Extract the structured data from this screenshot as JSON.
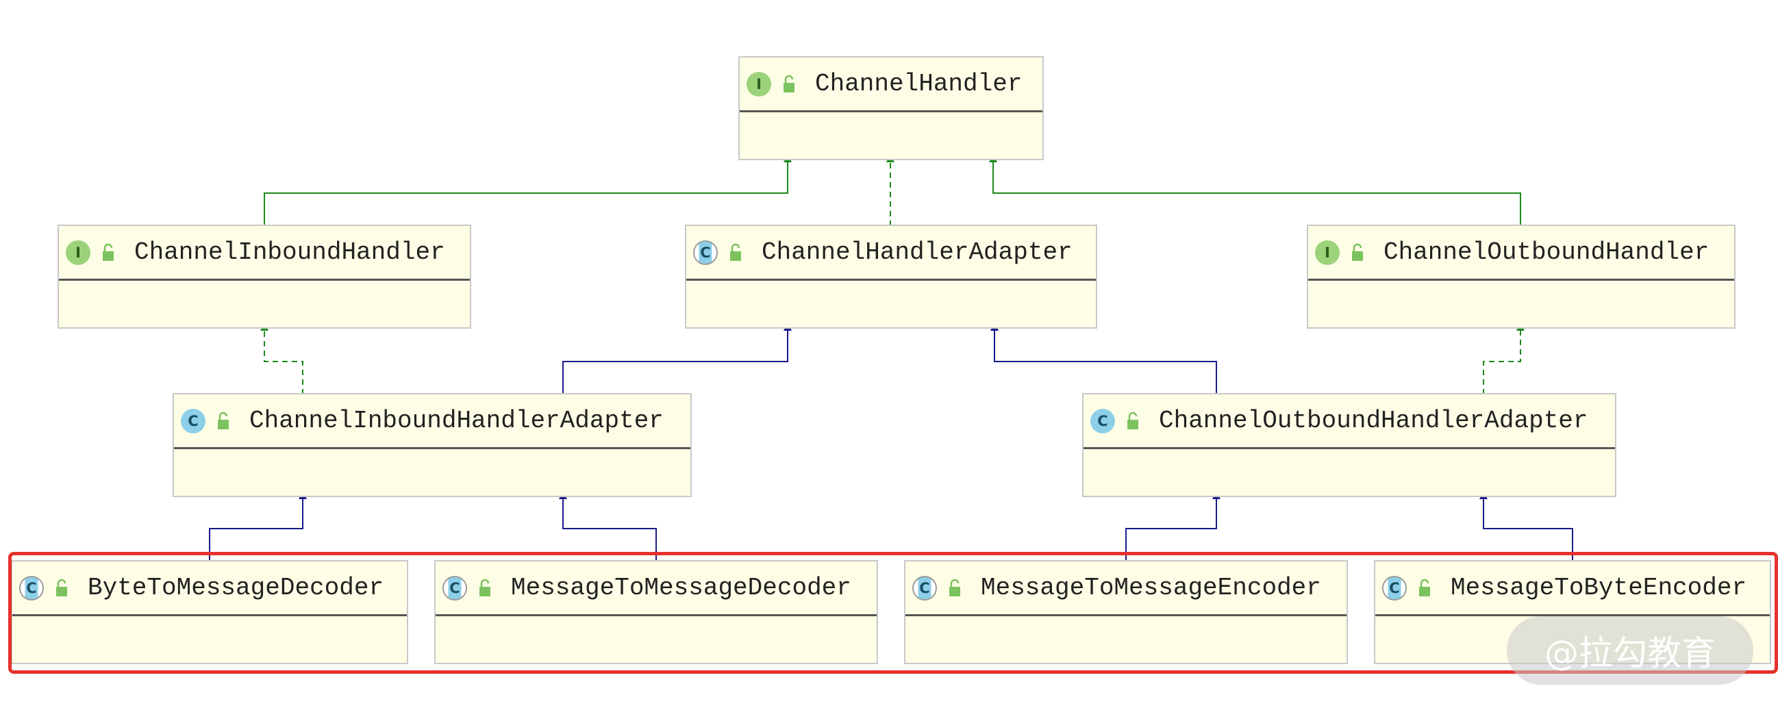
{
  "colors": {
    "interface_arrow": "#1a8a1a",
    "extends_arrow": "#1a1a8a",
    "highlight": "#e5322d",
    "box_fill": "#fefee6"
  },
  "classes": {
    "channel_handler": {
      "name": "ChannelHandler",
      "kind": "I",
      "icon": "interface-icon"
    },
    "channel_inbound_handler": {
      "name": "ChannelInboundHandler",
      "kind": "I",
      "icon": "interface-icon"
    },
    "channel_handler_adapter": {
      "name": "ChannelHandlerAdapter",
      "kind": "C",
      "icon": "abstract-class-icon"
    },
    "channel_outbound_handler": {
      "name": "ChannelOutboundHandler",
      "kind": "I",
      "icon": "interface-icon"
    },
    "channel_inbound_handler_adapter": {
      "name": "ChannelInboundHandlerAdapter",
      "kind": "C",
      "icon": "class-icon"
    },
    "channel_outbound_handler_adapter": {
      "name": "ChannelOutboundHandlerAdapter",
      "kind": "C",
      "icon": "class-icon"
    },
    "byte_to_message_decoder": {
      "name": "ByteToMessageDecoder",
      "kind": "C",
      "icon": "abstract-class-icon"
    },
    "message_to_message_decoder": {
      "name": "MessageToMessageDecoder",
      "kind": "C",
      "icon": "abstract-class-icon"
    },
    "message_to_message_encoder": {
      "name": "MessageToMessageEncoder",
      "kind": "C",
      "icon": "abstract-class-icon"
    },
    "message_to_byte_encoder": {
      "name": "MessageToByteEncoder",
      "kind": "C",
      "icon": "abstract-class-icon"
    }
  },
  "watermark": "@拉勾教育"
}
